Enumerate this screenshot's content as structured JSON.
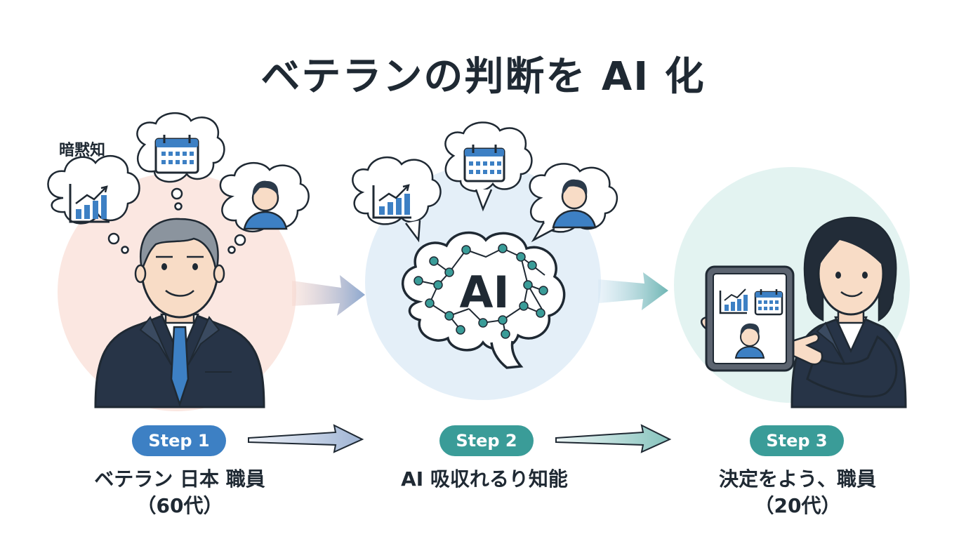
{
  "title": "ベテランの判断を AI 化",
  "tacit_label": "暗黙知",
  "brain_label": "AI",
  "steps": [
    {
      "badge": "Step 1",
      "line1": "ベテラン 日本 職員",
      "line2": "（60代）",
      "color": "#3d80c4"
    },
    {
      "badge": "Step 2",
      "line1": "AI 吸収れるり知能",
      "line2": "",
      "color": "#3a9c98"
    },
    {
      "badge": "Step 3",
      "line1": "決定をよう、職員",
      "line2": "（20代）",
      "color": "#3a9c98"
    }
  ],
  "colors": {
    "step1_bg": "#fbe7e1",
    "step2_bg": "#e4eff8",
    "step3_bg": "#e3f3f1",
    "outline": "#1f2933",
    "accent_blue": "#3d80c4"
  }
}
